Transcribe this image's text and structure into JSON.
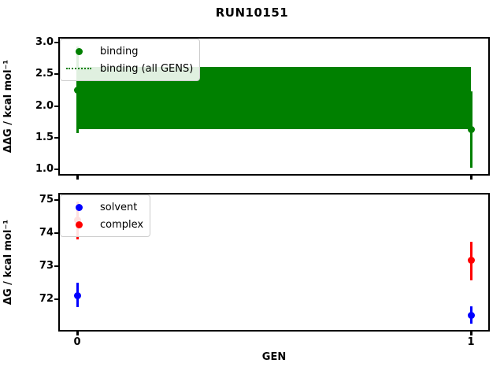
{
  "figure_title": "RUN10151",
  "chart_data": [
    {
      "type": "scatter",
      "title": "RUN10151",
      "xlabel": "",
      "ylabel": "ΔΔG / kcal mol⁻¹",
      "xlim": [
        -0.044,
        1.044
      ],
      "ylim": [
        0.93,
        3.06
      ],
      "xticks": [
        0,
        1
      ],
      "xticklabels": [],
      "yticks": [
        3.0,
        2.5,
        2.0,
        1.5,
        1.0
      ],
      "yticklabels": [
        "3.0",
        "2.5",
        "2.0",
        "1.5",
        "1.0"
      ],
      "grid": false,
      "legend_position": "upper right",
      "band": {
        "label": "binding (all GENS)",
        "x_range": [
          0,
          1
        ],
        "y_low": 1.63,
        "y_high": 2.62,
        "color": "#008000",
        "line_style": "dotted"
      },
      "series": [
        {
          "name": "binding",
          "color": "#008000",
          "marker": "circle",
          "x": [
            0,
            1
          ],
          "y": [
            2.25,
            1.63
          ],
          "yerr_low": [
            1.57,
            1.03
          ],
          "yerr_high": [
            2.93,
            2.23
          ]
        }
      ],
      "legend": {
        "entries": [
          {
            "label": "binding",
            "marker": "circle",
            "color": "#008000"
          },
          {
            "label": "binding (all GENS)",
            "marker": "dotted-line",
            "color": "#008000"
          }
        ]
      }
    },
    {
      "type": "scatter",
      "title": "",
      "xlabel": "GEN",
      "ylabel": "ΔG / kcal mol⁻¹",
      "xlim": [
        -0.044,
        1.044
      ],
      "ylim": [
        71.08,
        75.16
      ],
      "xticks": [
        0,
        1
      ],
      "xticklabels": [
        "0",
        "1"
      ],
      "yticks": [
        75,
        74,
        73,
        72
      ],
      "yticklabels": [
        "75",
        "74",
        "73",
        "72"
      ],
      "grid": false,
      "legend_position": "upper right",
      "series": [
        {
          "name": "solvent",
          "color": "#0000ff",
          "marker": "circle",
          "x": [
            0,
            1
          ],
          "y": [
            72.12,
            71.52
          ],
          "yerr_low": [
            71.77,
            71.28
          ],
          "yerr_high": [
            72.5,
            71.78
          ]
        },
        {
          "name": "complex",
          "color": "#ff0000",
          "marker": "circle",
          "x": [
            0,
            1
          ],
          "y": [
            74.39,
            73.17
          ],
          "yerr_low": [
            73.81,
            72.58
          ],
          "yerr_high": [
            74.95,
            73.74
          ]
        }
      ],
      "legend": {
        "entries": [
          {
            "label": "solvent",
            "marker": "circle",
            "color": "#0000ff"
          },
          {
            "label": "complex",
            "marker": "circle",
            "color": "#ff0000"
          }
        ]
      }
    }
  ]
}
